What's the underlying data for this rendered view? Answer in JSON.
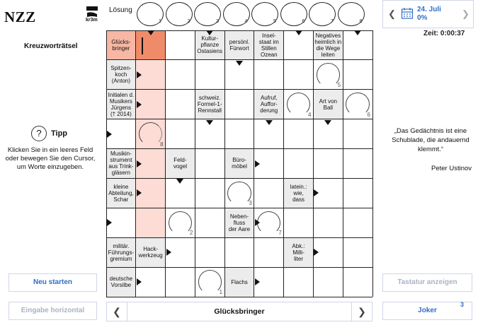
{
  "header": {
    "brand": "NZZ",
    "logo_text": "kr3m",
    "solution_label": "Lösung",
    "solution_numbers": [
      "1",
      "2",
      "3",
      "4",
      "5",
      "6",
      "7",
      "8"
    ]
  },
  "date_nav": {
    "prev_icon": "chevron-left-icon",
    "next_icon": "chevron-right-icon",
    "calendar_icon": "calendar-icon",
    "date": "24. Juli",
    "progress": "0%",
    "progress_value": 0
  },
  "timer": "Zeit: 0:00:37",
  "left_panel": {
    "title": "Kreuzworträtsel",
    "tip_icon": "question-icon",
    "tip_label": "Tipp",
    "tip_text": "Klicken Sie in ein leeres Feld oder bewegen Sie den Cursor, um Worte einzugeben."
  },
  "right_panel": {
    "quote": "„Das Gedächtnis ist eine Schublade, die andauernd klemmt.“",
    "author": "Peter Ustinov"
  },
  "buttons": {
    "restart": "Neu starten",
    "direction": "Eingabe horizontal",
    "keyboard": "Tastatur anzeigen",
    "joker": "Joker",
    "joker_count": "3"
  },
  "clue_bar": {
    "current_clue": "Glücksbringer",
    "prev_icon": "chevron-left-icon",
    "next_icon": "chevron-right-icon"
  },
  "colors": {
    "accent": "#2f6dc6",
    "highlight": "#fcdcd4",
    "active_cell": "#f08b69",
    "clue_bg": "#ececec"
  },
  "grid": {
    "cols": 9,
    "rows": 9,
    "clues": [
      {
        "r": 0,
        "c": 0,
        "text": "Glücks-\nbringer"
      },
      {
        "r": 0,
        "c": 3,
        "text": "Kultur-\npflanze\nOstasiens"
      },
      {
        "r": 0,
        "c": 4,
        "text": "persönl.\nFürwort"
      },
      {
        "r": 0,
        "c": 5,
        "text": "Insel-\nstaat im\nStillen\nOzean"
      },
      {
        "r": 0,
        "c": 7,
        "text": "Negatives\nheimlich in\ndie Wege\nleiten"
      },
      {
        "r": 1,
        "c": 0,
        "text": "Spitzen-\nkoch\n(Anton)"
      },
      {
        "r": 2,
        "c": 0,
        "text": "Initialen d.\nMusikers\nJürgens\n(† 2014)"
      },
      {
        "r": 2,
        "c": 3,
        "text": "schweiz.\nFormel-1-\nRennstall"
      },
      {
        "r": 2,
        "c": 5,
        "text": "Aufruf,\nAuffor-\nderung"
      },
      {
        "r": 2,
        "c": 7,
        "text": "Art von\nBall"
      },
      {
        "r": 4,
        "c": 0,
        "text": "Musikin-\nstrument\naus Trink-\ngläsern"
      },
      {
        "r": 4,
        "c": 2,
        "text": "Feld-\nvogel"
      },
      {
        "r": 4,
        "c": 4,
        "text": "Büro-\nmöbel"
      },
      {
        "r": 5,
        "c": 0,
        "text": "kleine\nAbteilung,\nSchar"
      },
      {
        "r": 5,
        "c": 6,
        "text": "latein.:\nwie,\ndass"
      },
      {
        "r": 6,
        "c": 4,
        "text": "Neben-\nfluss\nder Aare"
      },
      {
        "r": 7,
        "c": 0,
        "text": "militär.\nFührungs-\ngremium"
      },
      {
        "r": 7,
        "c": 1,
        "text": "Hack-\nwerkzeug"
      },
      {
        "r": 7,
        "c": 6,
        "text": "Abk.:\nMilli-\nliter"
      },
      {
        "r": 8,
        "c": 0,
        "text": "deutsche\nVorsilbe"
      },
      {
        "r": 8,
        "c": 4,
        "text": "Flachs"
      }
    ],
    "circles": [
      {
        "r": 1,
        "c": 7,
        "num": "5"
      },
      {
        "r": 2,
        "c": 6,
        "num": "4"
      },
      {
        "r": 2,
        "c": 8,
        "num": "6"
      },
      {
        "r": 3,
        "c": 1,
        "num": "8"
      },
      {
        "r": 5,
        "c": 4,
        "num": "3"
      },
      {
        "r": 6,
        "c": 2,
        "num": "2"
      },
      {
        "r": 6,
        "c": 5,
        "num": "7"
      },
      {
        "r": 8,
        "c": 3,
        "num": "1"
      }
    ],
    "highlight": [
      [
        1,
        1
      ],
      [
        2,
        1
      ],
      [
        3,
        1
      ],
      [
        4,
        1
      ],
      [
        5,
        1
      ],
      [
        6,
        1
      ]
    ],
    "active": [
      0,
      1
    ]
  }
}
